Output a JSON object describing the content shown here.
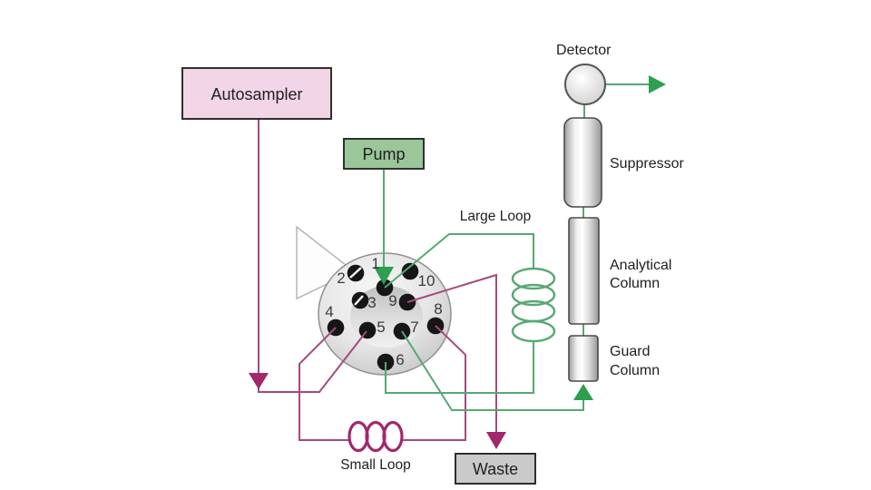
{
  "colors": {
    "sample_line": "#a54a7d",
    "sample_arrow": "#a1286b",
    "small_loop_color": "#a1286b",
    "eluent_line": "#57a873",
    "eluent_arrow": "#2e9e50",
    "autosampler_fill": "#f2d5e6",
    "pump_fill": "#9ac69a",
    "waste_fill": "#cacaca",
    "box_border": "#2f2f2f",
    "label_color": "#1f1f1f"
  },
  "nodes": {
    "autosampler": {
      "label": "Autosampler"
    },
    "pump": {
      "label": "Pump"
    },
    "detector": {
      "label": "Detector"
    },
    "suppressor": {
      "label": "Suppressor"
    },
    "analytical_column": {
      "lines": [
        "Analytical",
        "Column"
      ]
    },
    "guard_column": {
      "lines": [
        "Guard",
        "Column"
      ]
    },
    "waste": {
      "label": "Waste"
    },
    "large_loop": {
      "label": "Large Loop"
    },
    "small_loop": {
      "label": "Small Loop"
    }
  },
  "valve": {
    "ports": [
      {
        "number": "1"
      },
      {
        "number": "2"
      },
      {
        "number": "3"
      },
      {
        "number": "4"
      },
      {
        "number": "5"
      },
      {
        "number": "6"
      },
      {
        "number": "7"
      },
      {
        "number": "8"
      },
      {
        "number": "9"
      },
      {
        "number": "10"
      }
    ]
  }
}
